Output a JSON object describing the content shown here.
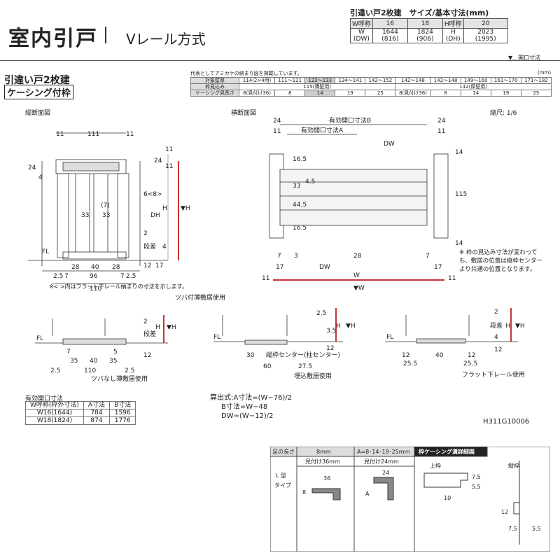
{
  "header": {
    "title": "室内引戸",
    "subtitle": "Vレール方式"
  },
  "size_table": {
    "caption": "引違い戸2枚建　サイズ/基本寸法(mm)",
    "w_head": "W呼称",
    "w_cols": [
      "16",
      "18"
    ],
    "w_label": "W",
    "w_label_sub": "(DW)",
    "w_vals": [
      "1644",
      "1824"
    ],
    "w_vals_sub": [
      "(816)",
      "(906)"
    ],
    "h_head": "H呼称",
    "h_col": "20",
    "h_label": "H",
    "h_label_sub": "(DH)",
    "h_val": "2023",
    "h_val_sub": "(1995)",
    "legend": "▼…開口寸法"
  },
  "section": {
    "line1": "引違い戸2枚建",
    "line2": "ケーシング付枠"
  },
  "depth_table": {
    "note": "代表としてアミカケの納まり図を掲載しています。",
    "unit": "(mm)",
    "rows": [
      {
        "label": "対象壁厚",
        "cells": [
          "114(2×4用)",
          "111〜121",
          "122〜133",
          "134〜141",
          "142〜152",
          "142〜148",
          "142〜148",
          "149〜160",
          "161〜170",
          "171〜182"
        ]
      },
      {
        "label": "枠見込み",
        "cells": [
          "115(薄壁用)",
          "142(厚壁用)"
        ]
      },
      {
        "label": "ケーシング見長さ",
        "cells": [
          "8(見付け36)",
          "8",
          "14",
          "19",
          "25",
          "8(見付け36)",
          "8",
          "14",
          "19",
          "25"
        ]
      }
    ]
  },
  "drawing": {
    "vertical_title": "縦断面図",
    "horizontal_title": "横断面図",
    "scale": "縮尺: 1/6",
    "dims_v": {
      "d11a": "11",
      "d111": "111",
      "d11b": "11",
      "d24": "24",
      "d4": "4",
      "d11c": "11",
      "d11d": "11",
      "d24b": "24",
      "d6": "6<8>",
      "dH": "H",
      "dHm": "▼H",
      "dDH": "DH",
      "d7p": "(7)",
      "d33a": "33",
      "d33b": "33",
      "d2": "2",
      "dstep": "段差",
      "d4b": "4",
      "dFL": "FL",
      "d12": "12",
      "d17": "17",
      "d28": "28",
      "d40": "40",
      "d28b": "28",
      "d7a": "7",
      "d96": "96",
      "d7b": "7",
      "d25a": "2.5",
      "d110": "110",
      "d25b": "2.5"
    },
    "note_flat": "※< >内はフラット下レール納まりの寸法を示します。",
    "dims_h": {
      "eff_b": "有効開口寸法B",
      "eff_a": "有効開口寸法A",
      "h24a": "24",
      "h11a": "11",
      "h24b": "24",
      "h11b": "11",
      "hDW": "DW",
      "h165a": "16.5",
      "h33": "33",
      "h45": "4.5",
      "h445": "44.5",
      "h165b": "16.5",
      "h115": "115",
      "h14": "14",
      "h17a": "17",
      "h7a": "7",
      "h3": "3",
      "h28": "28",
      "hDW2": "DW",
      "h7b": "7",
      "h17b": "17",
      "h11c": "11",
      "h11d": "11",
      "hW": "W",
      "hWm": "▼W",
      "h14b": "14"
    },
    "note_casing": "※ 枠の見込み寸法が変わっても、敷居の位置は縦枠センターより共通の位置となります。",
    "sill_a_title": "ツバ付薄敷居使用",
    "sill_a": {
      "fl": "FL",
      "d2": "2",
      "dstep": "段差",
      "d12": "12",
      "d7": "7",
      "d35a": "35",
      "d40": "40",
      "d35b": "35",
      "d5": "5",
      "d25a": "2.5",
      "d110": "110",
      "d25b": "2.5",
      "dH": "H",
      "dHm": "▼H"
    },
    "sill_a_caption": "ツバなし薄敷居使用",
    "sill_b": {
      "fl": "FL",
      "d25": "2.5",
      "d35": "3.5",
      "d12": "12",
      "d30": "30",
      "d60": "60",
      "d275": "27.5",
      "center": "縦枠センター(柱センター)",
      "dH": "H",
      "dHm": "▼H"
    },
    "sill_b_caption": "埋込敷居使用",
    "sill_c": {
      "fl": "FL",
      "d2": "2",
      "dstep": "段差",
      "d4": "4",
      "d12": "12",
      "d12b": "12",
      "d40": "40",
      "d12c": "12",
      "d255a": "25.5",
      "d255b": "25.5",
      "dH": "H",
      "dHm": "▼H"
    },
    "sill_c_caption": "フラット下レール使用"
  },
  "opening_table": {
    "title": "有効開口寸法",
    "headers": [
      "W呼称(枠外寸法)",
      "A寸法",
      "B寸法"
    ],
    "rows": [
      [
        "W16(1644)",
        "784",
        "1596"
      ],
      [
        "W18(1824)",
        "874",
        "1776"
      ]
    ]
  },
  "formula": {
    "line1": "算出式:A寸法=(W−76)/2",
    "line2": "B寸法=W−48",
    "line3": "DW=(W−12)/2"
  },
  "code": "H311G10006",
  "casing_table": {
    "head_len": "足の長さ",
    "head_8": "8mm",
    "head_a": "A=8･14･19･25mm",
    "head_detail": "枠ケーシング溝詳細図",
    "sub_8": "見付け36mm",
    "sub_a": "見付け24mm",
    "type_l": "L 型",
    "type_t": "タイプ",
    "d36": "36",
    "d8": "8",
    "d24": "24",
    "dA": "A",
    "top_frame": "上枠",
    "side_frame": "縦枠",
    "d75": "7.5",
    "d55": "5.5",
    "d10": "10",
    "d12": "12",
    "d75b": "7.5",
    "d55b": "5.5"
  }
}
